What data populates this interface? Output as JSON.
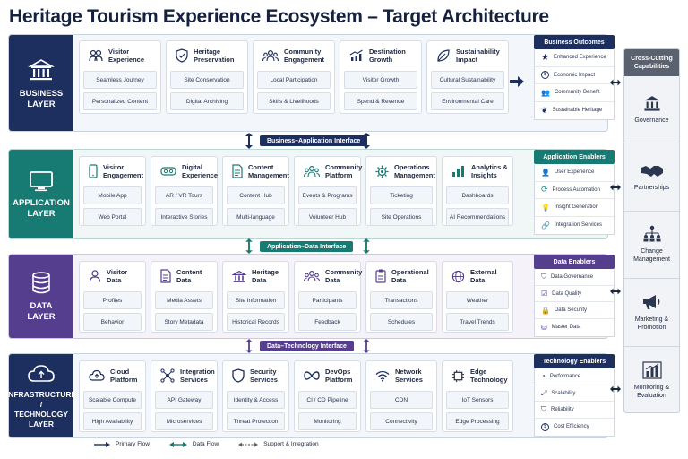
{
  "title": "Heritage Tourism Experience Ecosystem – Target Architecture",
  "colors": {
    "business": "#1c2f5e",
    "application": "#177a73",
    "data": "#553e8e",
    "infrastructure": "#1c2f5e",
    "cross": "#5a6270"
  },
  "layers": [
    {
      "name": "BUSINESS\nLAYER",
      "icon": "museum-icon",
      "cards": [
        {
          "title": "Visitor\nExperience",
          "icon": "visitors-icon",
          "items": [
            "Seamless Journey",
            "Personalized Content"
          ]
        },
        {
          "title": "Heritage\nPreservation",
          "icon": "shield-check-icon",
          "items": [
            "Site Conservation",
            "Digital Archiving"
          ]
        },
        {
          "title": "Community\nEngagement",
          "icon": "community-icon",
          "items": [
            "Local Participation",
            "Skills & Livelihoods"
          ]
        },
        {
          "title": "Destination\nGrowth",
          "icon": "growth-chart-icon",
          "items": [
            "Visitor Growth",
            "Spend & Revenue"
          ]
        },
        {
          "title": "Sustainability\nImpact",
          "icon": "leaf-icon",
          "items": [
            "Cultural Sustainability",
            "Environmental Care"
          ]
        }
      ],
      "side": {
        "title": "Business Outcomes",
        "items": [
          {
            "label": "Enhanced Experience",
            "icon": "star-icon"
          },
          {
            "label": "Economic Impact",
            "icon": "coin-icon"
          },
          {
            "label": "Community Benefit",
            "icon": "people-icon"
          },
          {
            "label": "Sustainable Heritage",
            "icon": "leaf-icon"
          }
        ]
      }
    },
    {
      "name": "APPLICATION\nLAYER",
      "icon": "monitor-icon",
      "cards": [
        {
          "title": "Visitor\nEngagement",
          "icon": "mobile-icon",
          "items": [
            "Mobile App",
            "Web Portal"
          ]
        },
        {
          "title": "Digital\nExperience",
          "icon": "vr-headset-icon",
          "items": [
            "AR / VR Tours",
            "Interactive Stories"
          ]
        },
        {
          "title": "Content\nManagement",
          "icon": "document-icon",
          "items": [
            "Content Hub",
            "Multi-language"
          ]
        },
        {
          "title": "Community\nPlatform",
          "icon": "community-icon",
          "items": [
            "Events & Programs",
            "Volunteer Hub"
          ]
        },
        {
          "title": "Operations\nManagement",
          "icon": "gear-icon",
          "items": [
            "Ticketing",
            "Site Operations"
          ]
        },
        {
          "title": "Analytics &\nInsights",
          "icon": "bar-chart-icon",
          "items": [
            "Dashboards",
            "AI Recommendations"
          ]
        }
      ],
      "side": {
        "title": "Application Enablers",
        "items": [
          {
            "label": "User Experience",
            "icon": "user-icon"
          },
          {
            "label": "Process Automation",
            "icon": "cycle-icon"
          },
          {
            "label": "Insight Generation",
            "icon": "lightbulb-icon"
          },
          {
            "label": "Integration Services",
            "icon": "link-icon"
          }
        ]
      }
    },
    {
      "name": "DATA\nLAYER",
      "icon": "database-icon",
      "cards": [
        {
          "title": "Visitor\nData",
          "icon": "user-icon",
          "items": [
            "Profiles",
            "Behavior"
          ]
        },
        {
          "title": "Content\nData",
          "icon": "document-icon",
          "items": [
            "Media Assets",
            "Story Metadata"
          ]
        },
        {
          "title": "Heritage\nData",
          "icon": "museum-icon",
          "items": [
            "Site Information",
            "Historical Records"
          ]
        },
        {
          "title": "Community\nData",
          "icon": "community-icon",
          "items": [
            "Participants",
            "Feedback"
          ]
        },
        {
          "title": "Operational\nData",
          "icon": "clipboard-icon",
          "items": [
            "Transactions",
            "Schedules"
          ]
        },
        {
          "title": "External\nData",
          "icon": "globe-icon",
          "items": [
            "Weather",
            "Travel Trends"
          ]
        }
      ],
      "side": {
        "title": "Data Enablers",
        "items": [
          {
            "label": "Data Governance",
            "icon": "shield-icon"
          },
          {
            "label": "Data Quality",
            "icon": "checklist-icon"
          },
          {
            "label": "Data Security",
            "icon": "lock-icon"
          },
          {
            "label": "Master Data",
            "icon": "database-icon"
          }
        ]
      }
    },
    {
      "name": "INFRASTRUCTURE /\nTECHNOLOGY\nLAYER",
      "icon": "cloud-icon",
      "cards": [
        {
          "title": "Cloud\nPlatform",
          "icon": "cloud-upload-icon",
          "items": [
            "Scalable Compute",
            "High Availability"
          ]
        },
        {
          "title": "Integration\nServices",
          "icon": "network-icon",
          "items": [
            "API Gateway",
            "Microservices"
          ]
        },
        {
          "title": "Security\nServices",
          "icon": "shield-icon",
          "items": [
            "Identity & Access",
            "Threat Protection"
          ]
        },
        {
          "title": "DevOps\nPlatform",
          "icon": "infinity-icon",
          "items": [
            "CI / CD Pipeline",
            "Monitoring"
          ]
        },
        {
          "title": "Network\nServices",
          "icon": "wifi-icon",
          "items": [
            "CDN",
            "Connectivity"
          ]
        },
        {
          "title": "Edge\nTechnology",
          "icon": "chip-icon",
          "items": [
            "IoT Sensors",
            "Edge Processing"
          ]
        }
      ],
      "side": {
        "title": "Technology Enablers",
        "items": [
          {
            "label": "Performance",
            "icon": "speedometer-icon"
          },
          {
            "label": "Scalability",
            "icon": "expand-icon"
          },
          {
            "label": "Reliability",
            "icon": "shield-check-icon"
          },
          {
            "label": "Cost Efficiency",
            "icon": "coin-icon"
          }
        ]
      }
    }
  ],
  "interfaces": [
    "Business–Application Interface",
    "Application–Data Interface",
    "Data–Technology Interface"
  ],
  "cross_cutting": {
    "title": "Cross-Cutting\nCapabilities",
    "items": [
      {
        "label": "Governance",
        "icon": "museum-icon"
      },
      {
        "label": "Partnerships",
        "icon": "handshake-icon"
      },
      {
        "label": "Change\nManagement",
        "icon": "org-chart-icon"
      },
      {
        "label": "Marketing &\nPromotion",
        "icon": "megaphone-icon"
      },
      {
        "label": "Monitoring &\nEvaluation",
        "icon": "bar-chart-icon"
      }
    ]
  },
  "legend": [
    "Primary Flow",
    "Data Flow",
    "Support & Integration"
  ]
}
